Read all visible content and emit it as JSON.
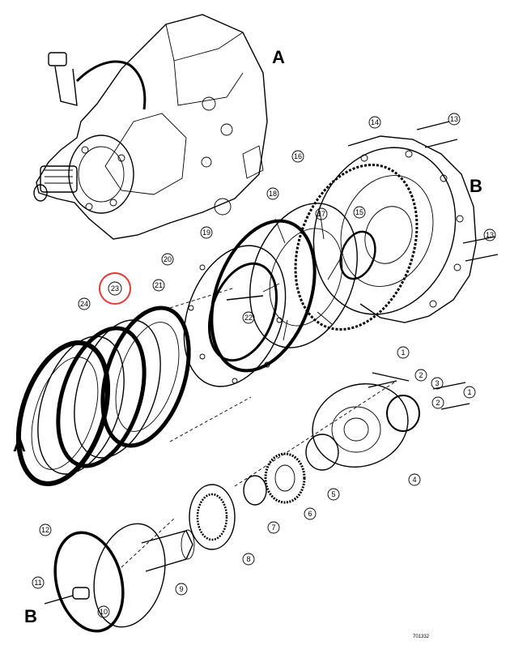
{
  "section_labels": {
    "a_top": "A",
    "b_right": "B",
    "a_left": "A",
    "b_bottom": "B"
  },
  "callouts": [
    "1",
    "2",
    "3",
    "2",
    "1",
    "4",
    "5",
    "6",
    "7",
    "8",
    "9",
    "10",
    "11",
    "12",
    "13",
    "13",
    "14",
    "15",
    "16",
    "17",
    "18",
    "19",
    "20",
    "21",
    "22",
    "23",
    "24"
  ],
  "highlight": {
    "label": "23",
    "color": "#e53935"
  },
  "drawing_code": "701332"
}
